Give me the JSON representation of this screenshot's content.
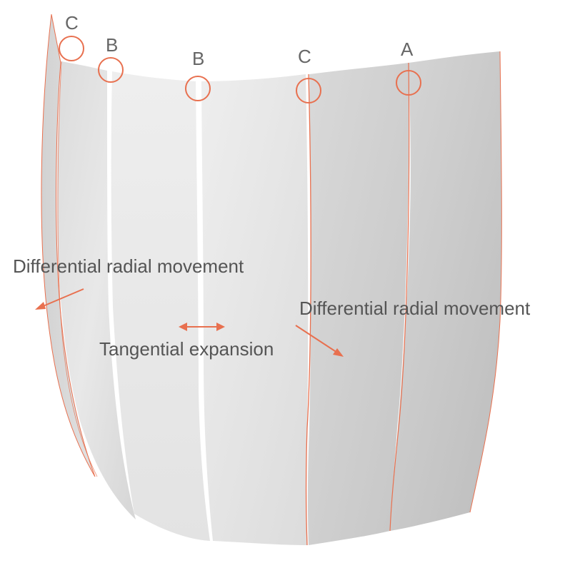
{
  "colors": {
    "accent": "#E8704F",
    "text": "#555555",
    "panel_light": "#F0F0F0",
    "panel_dark": "#BDBDBD",
    "background": "#FFFFFF"
  },
  "joint_labels": [
    "C",
    "B",
    "B",
    "C",
    "A"
  ],
  "annotations": {
    "left_radial": "Differential radial movement",
    "right_radial": "Differential radial movement",
    "tangential": "Tangential expansion"
  }
}
